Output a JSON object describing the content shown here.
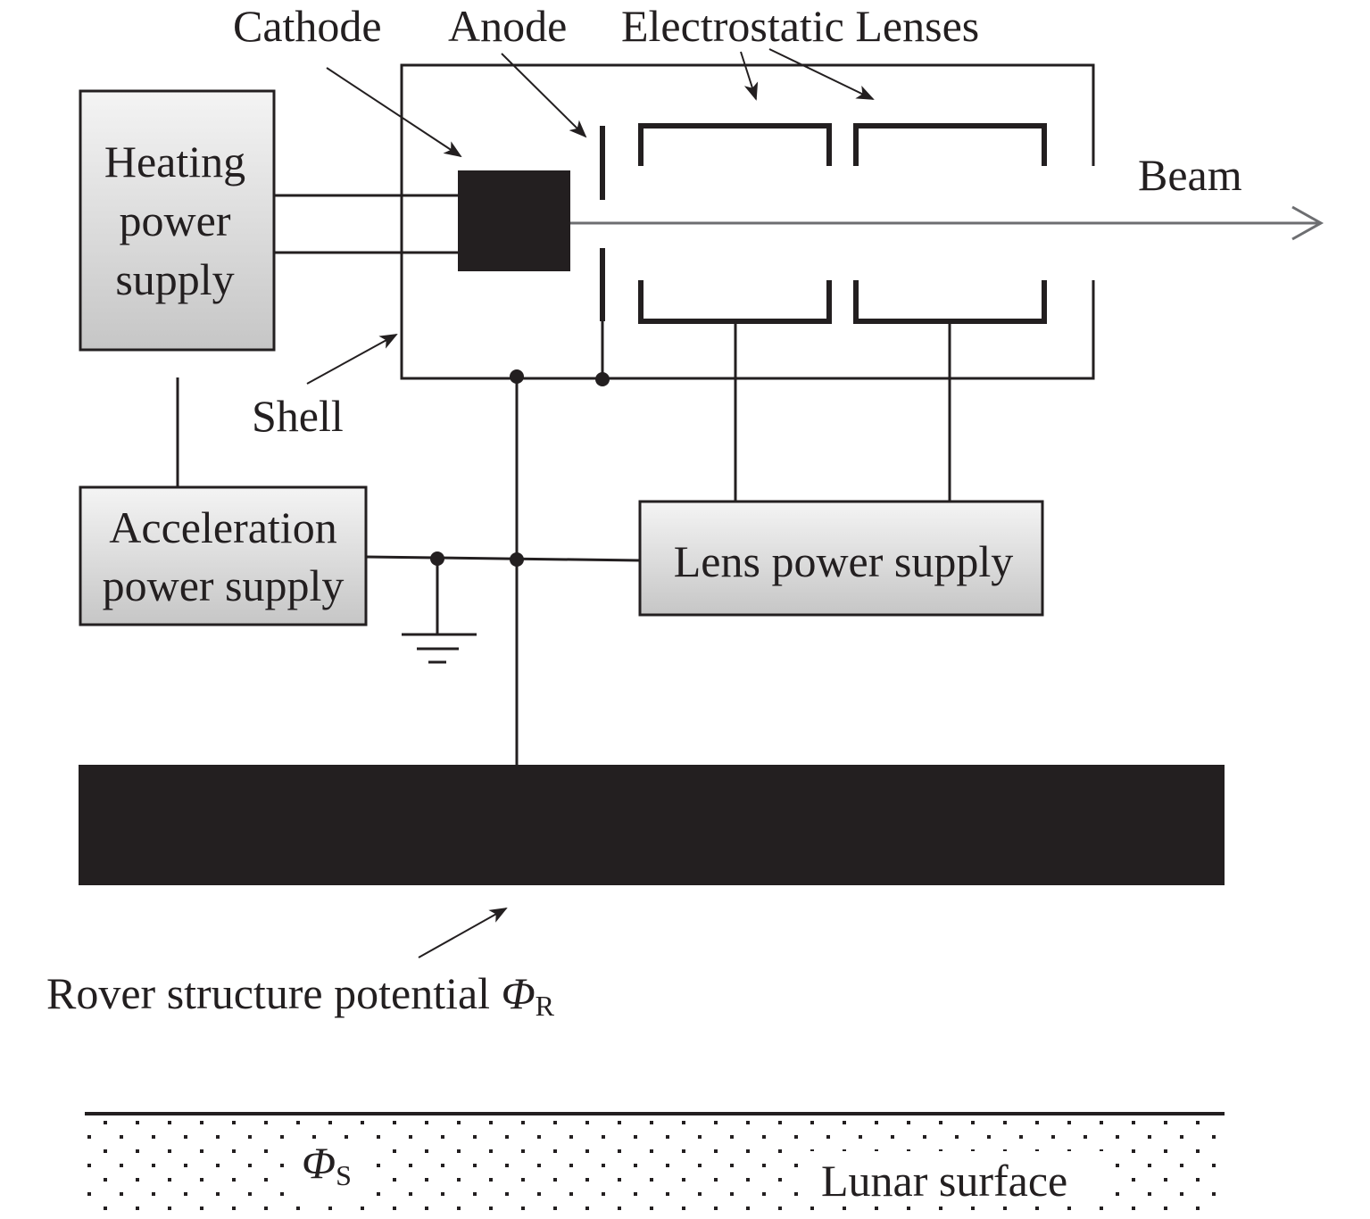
{
  "labels": {
    "cathode": "Cathode",
    "anode": "Anode",
    "electrostatic_lenses": "Electrostatic Lenses",
    "beam": "Beam",
    "shell": "Shell",
    "rover_structure": "Rover structure potential ",
    "phi_r_symbol": "Φ",
    "phi_r_sub": "R",
    "phi_s_symbol": "Φ",
    "phi_s_sub": "S",
    "lunar_surface": "Lunar surface"
  },
  "boxes": {
    "heating": [
      "Heating",
      "power",
      "supply"
    ],
    "acceleration": [
      "Acceleration",
      "power supply"
    ],
    "lens": "Lens power supply"
  },
  "colors": {
    "ink": "#231f20",
    "box_fill_top": "#f2f2f2",
    "box_fill_bottom": "#c8c8c8",
    "beam": "#6d6e71"
  }
}
